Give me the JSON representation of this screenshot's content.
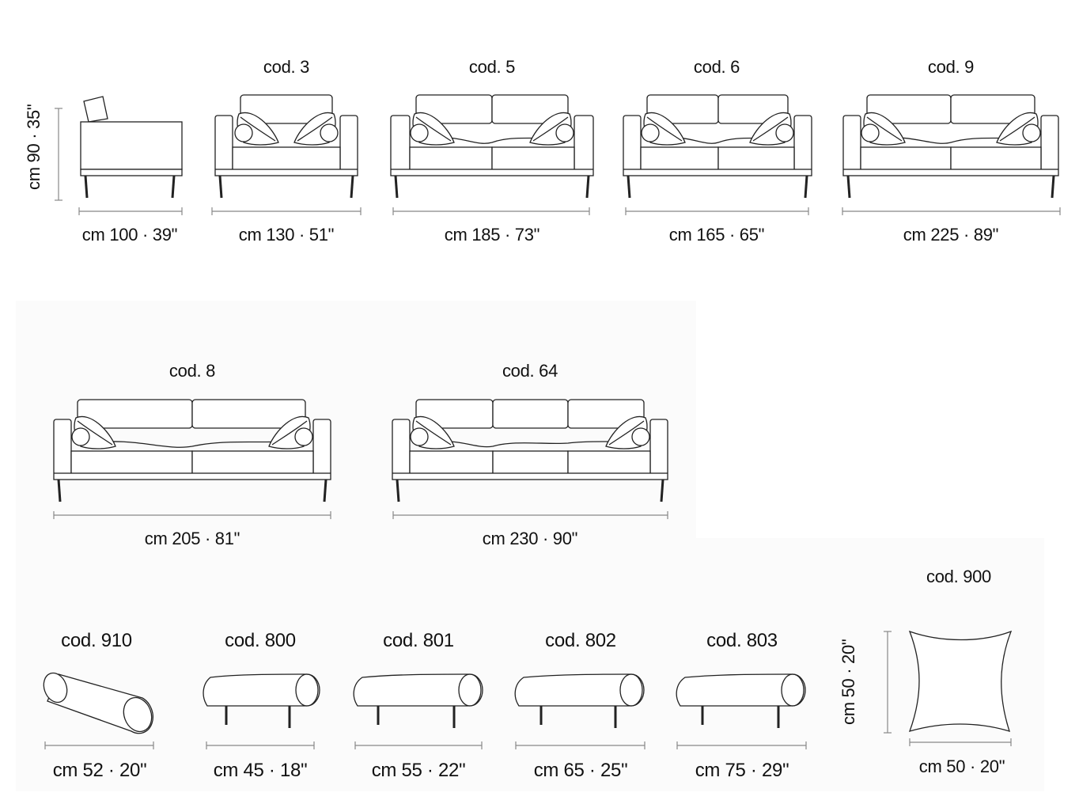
{
  "height_dimension": "cm 90 · 35\"",
  "row1": [
    {
      "code": "",
      "size": "cm 100 · 39\""
    },
    {
      "code": "cod. 3",
      "size": "cm 130 · 51\""
    },
    {
      "code": "cod. 5",
      "size": "cm 185 · 73\""
    },
    {
      "code": "cod. 6",
      "size": "cm 165 · 65\""
    },
    {
      "code": "cod. 9",
      "size": "cm 225 · 89\""
    }
  ],
  "row2": [
    {
      "code": "cod. 8",
      "size": "cm 205 · 81\""
    },
    {
      "code": "cod. 64",
      "size": "cm 230 · 90\""
    }
  ],
  "row3": [
    {
      "code": "cod. 910",
      "size": "cm 52 · 20\""
    },
    {
      "code": "cod. 800",
      "size": "cm 45 · 18\""
    },
    {
      "code": "cod. 801",
      "size": "cm 55 · 22\""
    },
    {
      "code": "cod. 802",
      "size": "cm 65 · 25\""
    },
    {
      "code": "cod. 803",
      "size": "cm 75 · 29\""
    }
  ],
  "cushion": {
    "code": "cod. 900",
    "height": "cm 50 · 20\"",
    "width": "cm 50 · 20\""
  }
}
